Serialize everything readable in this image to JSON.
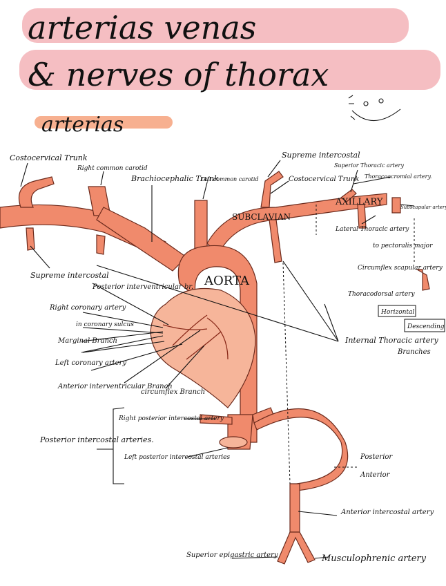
{
  "title": {
    "line1": "arterias venas",
    "line2": "& nerves of thorax"
  },
  "section_heading": "arterias",
  "labels": {
    "costocervical_trunk_left": "Costocervical Trunk",
    "right_common_carotid": "Right common carotid",
    "brachiocephalic_trunk": "Brachiocephalic Trunk",
    "left_common_carotid": "Left common carotid",
    "supreme_intercostal_top": "Supreme intercostal",
    "superior_thoracic_artery": "Superior Thoracic artery",
    "thoracoacromial_artery": "Thoracoacromial artery.",
    "costocervical_trunk_right": "Costocervical Trunk",
    "axillary": "AXILLARY",
    "subclavian": "SUBCLAVIAN",
    "subscapular_artery": "Subscapular artery",
    "lateral_thoracic_artery": "Lateral Thoracic artery",
    "to_pectoralis_major": "to pectoralis major",
    "aorta": "AORTA",
    "supreme_intercostal_left": "Supreme intercostal",
    "posterior_interventricular_br": "Posterior interventricular br.",
    "right_coronary_artery": "Right coronary artery",
    "in_coronary_sulcus": "in coronary sulcus",
    "marginal_branch": "Marginal Branch",
    "left_coronary_artery": "Left coronary artery",
    "anterior_interventricular_branch": "Anterior interventricular Branch",
    "circumflex_branch": "circumflex Branch",
    "circumflex_scapular_artery": "Circumflex scapular artery",
    "thoracodorsal_artery": "Thoracodorsal artery",
    "horizontal": "Horizontal",
    "descending": "Descending",
    "branches": "Branches",
    "internal_thoracic_artery": "Internal Thoracic artery",
    "right_posterior_intercostal": "Right posterior intercostal artery",
    "left_posterior_intercostal": "Left posterior intercostal arteries",
    "posterior_intercostal_arteries": "Posterior intercostal arteries.",
    "posterior": "Posterior",
    "anterior": "Anterior",
    "anterior_intercostal_artery": "Anterior intercostal artery",
    "superior_epigastric_artery": "Superior epigastric artery",
    "musculophrenic_artery": "Musculophrenic artery"
  }
}
